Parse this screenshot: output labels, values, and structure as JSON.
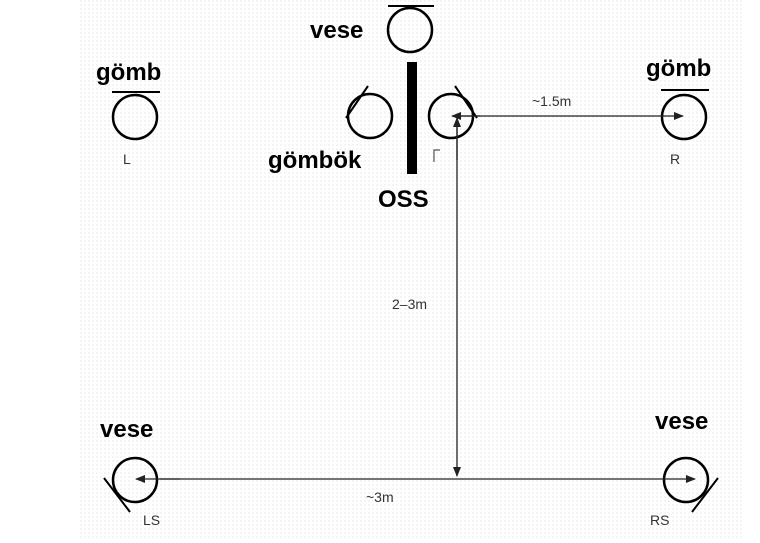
{
  "labels": {
    "top_center": "vese",
    "top_left": "gömb",
    "top_right": "gömb",
    "middle": "gömbök",
    "oss": "OSS",
    "bottom_left": "vese",
    "bottom_right": "vese"
  },
  "speaker_codes": {
    "left": "L",
    "right": "R",
    "left_surround": "LS",
    "right_surround": "RS"
  },
  "distances": {
    "front_to_right": "~1.5m",
    "front_to_rear": "2–3m",
    "rear_width": "~3m"
  }
}
